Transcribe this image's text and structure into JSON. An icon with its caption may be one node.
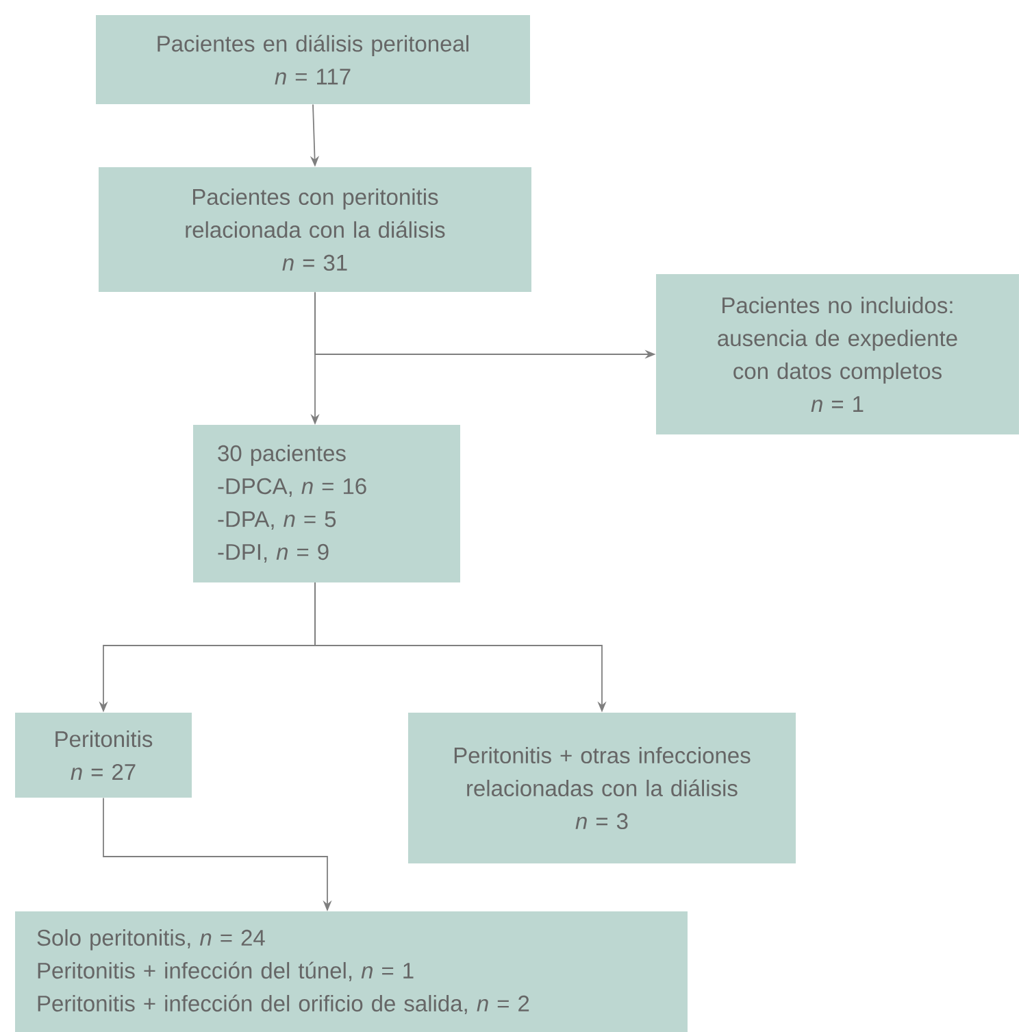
{
  "diagram": {
    "nodes": [
      {
        "text": [
          "Pacientes en diálisis peritoneal",
          "*n* = 117"
        ]
      },
      {
        "text": [
          "Pacientes con peritonitis relacionada con la diálisis",
          "*n* = 31"
        ]
      },
      {
        "text": [
          "Pacientes no incluidos: ausencia de expediente con datos completos",
          "*n* = 1"
        ]
      },
      {
        "text": [
          "30 pacientes",
          "-DPCA, *n* = 16",
          "-DPA, *n* = 5",
          "-DPI, *n* = 9"
        ]
      },
      {
        "text": [
          "Peritonitis",
          "*n* = 27"
        ]
      },
      {
        "text": [
          "Peritonitis + otras infecciones relacionadas con la diálisis",
          "*n* = 3"
        ]
      },
      {
        "text": [
          "Solo peritonitis, *n* = 24",
          "Peritonitis + infección del túnel, *n* = 1",
          "Peritonitis + infección del orificio de salida, *n* = 2"
        ]
      }
    ],
    "edges": [
      {
        "from": 0,
        "to": 1,
        "arrow": "to"
      },
      {
        "from": 1,
        "to": 3,
        "arrow": "to"
      },
      {
        "from": 1,
        "to": 2,
        "arrow": "to"
      },
      {
        "from": 3,
        "to": 4,
        "arrow": "to"
      },
      {
        "from": 3,
        "to": 5,
        "arrow": "to"
      },
      {
        "from": 4,
        "to": 6,
        "arrow": "to"
      }
    ]
  }
}
